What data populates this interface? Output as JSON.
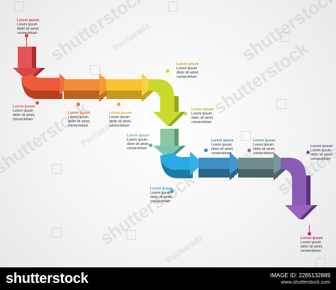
{
  "watermark": "shutterstock",
  "photographer": "Pacharadz",
  "colors": {
    "s1": "#e03a3a",
    "s2": "#f07030",
    "s3": "#f6a23a",
    "s4": "#f7c531",
    "s5": "#c9d92a",
    "s6": "#8cc7a0",
    "s7": "#2aaae0",
    "s8": "#3d8fc4",
    "s9": "#6a8a8a",
    "s10": "#7b4fa0"
  },
  "labels": [
    {
      "title": "Lorem ipsum",
      "body": [
        "Lorem ipsum",
        "dolor sit amet,",
        "consectetuer"
      ],
      "color": "#e03a3a"
    },
    {
      "title": "Lorem ipsum",
      "body": [
        "Lorem ipsum",
        "dolor sit amet,",
        "consectetuer"
      ],
      "color": "#e05a3a"
    },
    {
      "title": "Lorem ipsum",
      "body": [
        "Lorem ipsum",
        "dolor sit amet,",
        "consectetuer"
      ],
      "color": "#f07030"
    },
    {
      "title": "Lorem ipsum",
      "body": [
        "Lorem ipsum",
        "dolor sit amet,",
        "consectetuer"
      ],
      "color": "#f6a23a"
    },
    {
      "title": "Lorem ipsum",
      "body": [
        "Lorem ipsum",
        "dolor sit amet,",
        "consectetuer"
      ],
      "color": "#f7c531"
    },
    {
      "title": "Lorem ipsum",
      "body": [
        "Lorem ipsum",
        "dolor sit amet,",
        "consectetuer"
      ],
      "color": "#c9d92a"
    },
    {
      "title": "Lorem ipsum",
      "body": [
        "Lorem ipsum",
        "dolor sit amet,",
        "consectetuer"
      ],
      "color": "#5fb88a"
    },
    {
      "title": "Lorem ipsum",
      "body": [
        "Lorem ipsum",
        "dolor sit amet,",
        "consectetuer"
      ],
      "color": "#2aaae0"
    },
    {
      "title": "Lorem ipsum",
      "body": [
        "Lorem ipsum",
        "dolor sit amet,",
        "consectetuer"
      ],
      "color": "#2a8acc"
    },
    {
      "title": "Lorem ipsum",
      "body": [
        "Lorem ipsum",
        "dolor sit amet,",
        "consectetuer"
      ],
      "color": "#5a8a9a"
    },
    {
      "title": "Lorem ipsum",
      "body": [
        "Lorem ipsum",
        "dolor sit amet,",
        "consectetuer"
      ],
      "color": "#7b4fa0"
    },
    {
      "title": "Lorem ipsum",
      "body": [
        "Lorem ipsum",
        "dolor sit amet,",
        "consectetuer"
      ],
      "color": "#c0307a"
    }
  ],
  "footer": {
    "brand": "shutterstock",
    "image_id": "IMAGE ID: 2265132889",
    "site": "www.shutterstock.com"
  }
}
